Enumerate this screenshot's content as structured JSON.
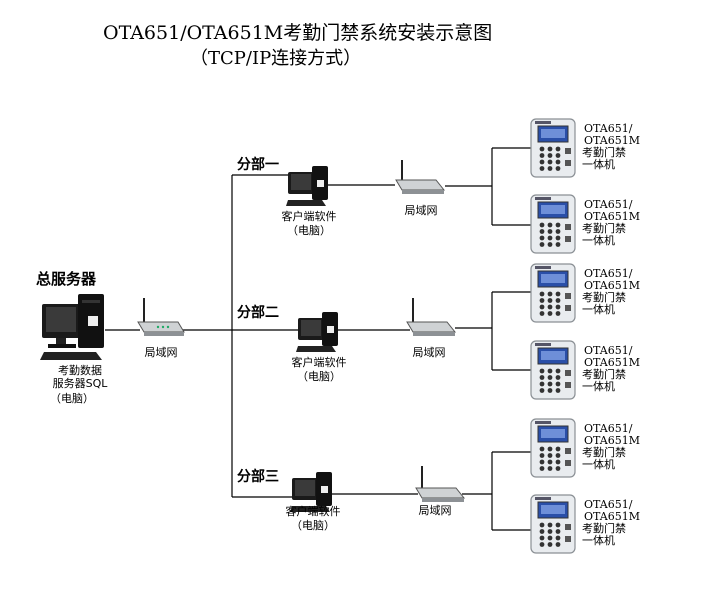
{
  "title": "OTA651/OTA651M考勤门禁系统安装示意图",
  "subtitle": "（TCP/IP连接方式）",
  "server": {
    "title": "总服务器",
    "caption_line1": "考勤数据",
    "caption_line2": "服务器SQL",
    "caption_line3": "（电脑）",
    "lan_label": "局域网"
  },
  "branches": [
    {
      "label": "分部一",
      "client_line1": "客户端软件",
      "client_line2": "（电脑）",
      "lan_label": "局域网"
    },
    {
      "label": "分部二",
      "client_line1": "客户端软件",
      "client_line2": "（电脑）",
      "lan_label": "局域网"
    },
    {
      "label": "分部三",
      "client_line1": "客户端软件",
      "client_line2": "（电脑）",
      "lan_label": "局域网"
    }
  ],
  "devices": [
    {
      "line1": "OTA651/",
      "line2": "OTA651M",
      "line3": "考勤门禁",
      "line4": "一体机"
    },
    {
      "line1": "OTA651/",
      "line2": "OTA651M",
      "line3": "考勤门禁",
      "line4": "一体机"
    },
    {
      "line1": "OTA651/",
      "line2": "OTA651M",
      "line3": "考勤门禁",
      "line4": "一体机"
    },
    {
      "line1": "OTA651/",
      "line2": "OTA651M",
      "line3": "考勤门禁",
      "line4": "一体机"
    },
    {
      "line1": "OTA651/",
      "line2": "OTA651M",
      "line3": "考勤门禁",
      "line4": "一体机"
    },
    {
      "line1": "OTA651/",
      "line2": "OTA651M",
      "line3": "考勤门禁",
      "line4": "一体机"
    }
  ]
}
